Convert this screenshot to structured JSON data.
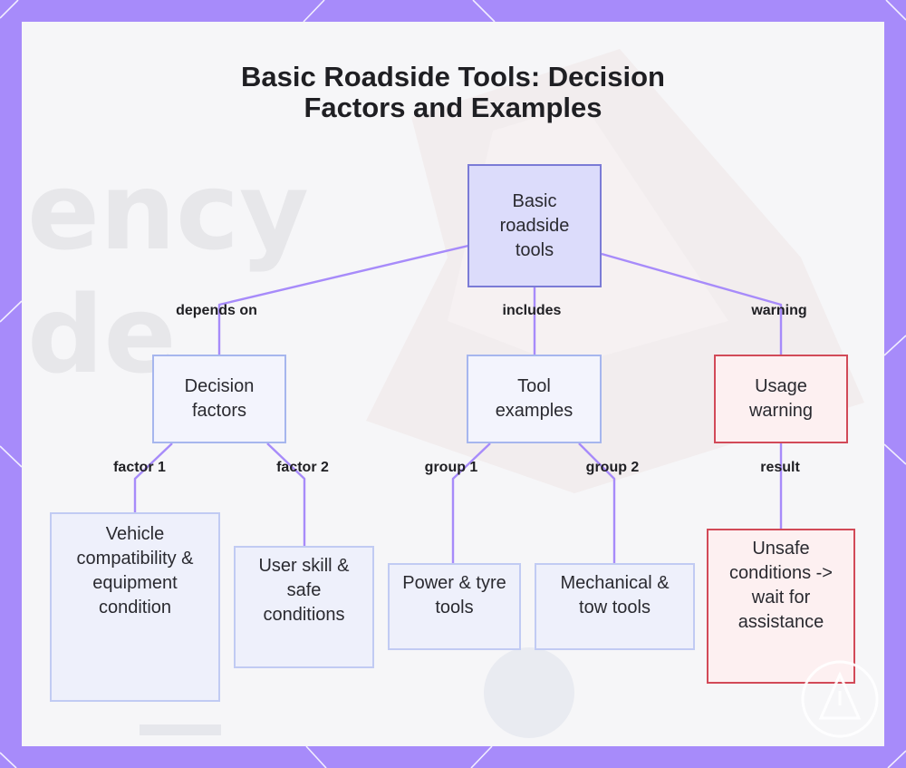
{
  "title_line1": "Basic Roadside Tools: Decision",
  "title_line2": "Factors and Examples",
  "nodes": {
    "root": "Basic roadside tools",
    "decision_factors": "Decision factors",
    "tool_examples": "Tool examples",
    "usage_warning": "Usage warning",
    "vehicle_compat": "Vehicle compatibility & equipment condition",
    "user_skill": "User skill & safe conditions",
    "power_tyre": "Power & tyre tools",
    "mechanical_tow": "Mechanical & tow tools",
    "unsafe": "Unsafe conditions -> wait for assistance"
  },
  "edges": {
    "depends_on": "depends on",
    "includes": "includes",
    "warning": "warning",
    "factor1": "factor 1",
    "factor2": "factor 2",
    "group1": "group 1",
    "group2": "group 2",
    "result": "result"
  },
  "background": {
    "ghost_line1": "ency",
    "ghost_line2": "de"
  },
  "colors": {
    "frame": "#a78bfa",
    "edge": "#a78bfa",
    "root_fill": "#dcdcfb",
    "warning_border": "#d24a58"
  }
}
